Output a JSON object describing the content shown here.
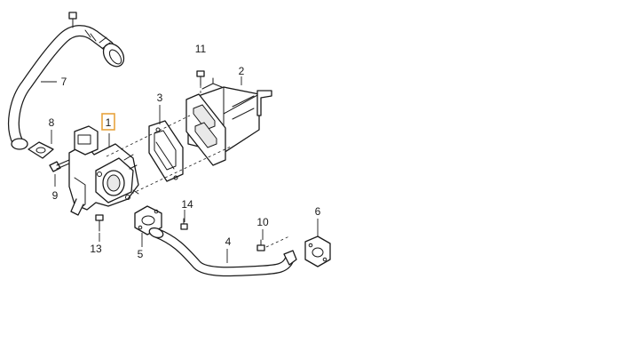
{
  "accent_color": "#e8a33d",
  "callouts": [
    {
      "number": "1",
      "highlighted": true
    },
    {
      "number": "2"
    },
    {
      "number": "3"
    },
    {
      "number": "4"
    },
    {
      "number": "5"
    },
    {
      "number": "6"
    },
    {
      "number": "7"
    },
    {
      "number": "8"
    },
    {
      "number": "9"
    },
    {
      "number": "10"
    },
    {
      "number": "11"
    },
    {
      "number": "13"
    },
    {
      "number": "14"
    }
  ]
}
